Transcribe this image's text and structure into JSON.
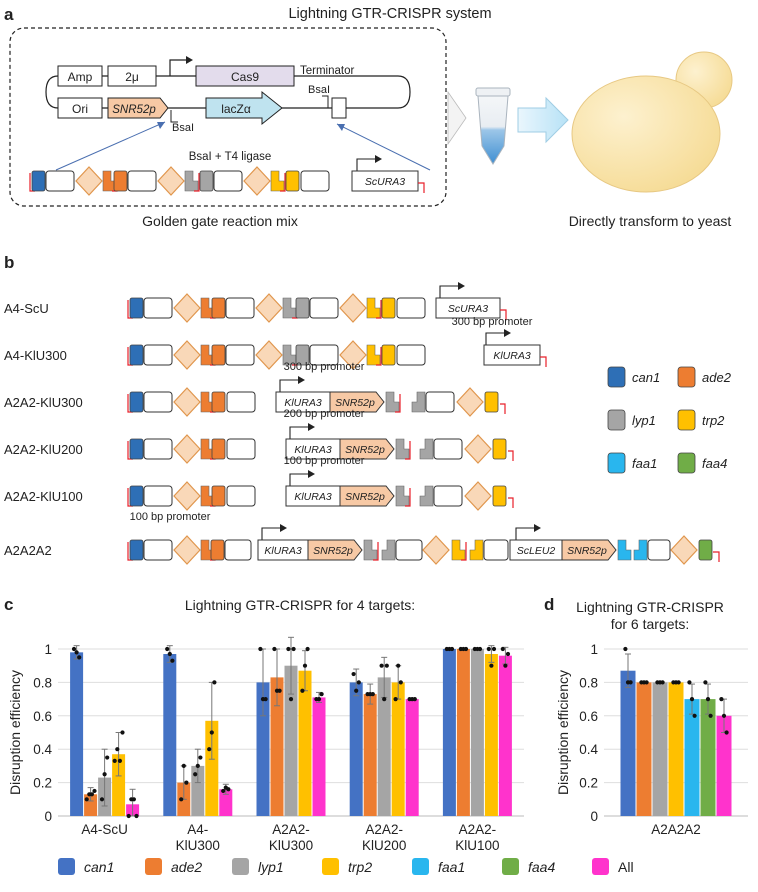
{
  "panel_a": {
    "letter": "a",
    "title": "Lightning GTR-CRISPR system",
    "plasmid": {
      "amp": "Amp",
      "two_micron": "2μ",
      "cas9": "Cas9",
      "terminator": "Terminator",
      "ori": "Ori",
      "snr52p": "SNR52p",
      "bsai_left": "BsaI",
      "lacz": "lacZα",
      "bsai_right": "BsaI"
    },
    "reaction": "BsaI + T4 ligase",
    "marker": "ScURA3",
    "mix_caption": "Golden gate reaction mix",
    "transform_caption": "Directly transform to yeast"
  },
  "panel_b": {
    "letter": "b",
    "constructs": [
      {
        "name": "A4-ScU"
      },
      {
        "name": "A4-KlU300",
        "promoter_note": "300 bp promoter",
        "marker": "KlURA3"
      },
      {
        "name": "A2A2-KlU300",
        "promoter_note": "300 bp promoter",
        "marker": "KlURA3",
        "snr": "SNR52p"
      },
      {
        "name": "A2A2-KlU200",
        "promoter_note": "200 bp promoter",
        "marker": "KlURA3",
        "snr": "SNR52p"
      },
      {
        "name": "A2A2-KlU100",
        "promoter_note": "100 bp promoter",
        "marker": "KlURA3",
        "snr": "SNR52p"
      },
      {
        "name": "A2A2A2",
        "promoter_note": "100 bp promoter",
        "marker": "KlURA3",
        "snr": "SNR52p",
        "marker2": "ScLEU2",
        "snr2": "SNR52p"
      }
    ],
    "first_marker": "ScURA3",
    "legend": [
      {
        "label": "can1",
        "color": "#2e6fb6"
      },
      {
        "label": "ade2",
        "color": "#ed7d31"
      },
      {
        "label": "lyp1",
        "color": "#a5a5a5"
      },
      {
        "label": "trp2",
        "color": "#ffc000"
      },
      {
        "label": "faa1",
        "color": "#29b6ee"
      },
      {
        "label": "faa4",
        "color": "#70ad47"
      }
    ]
  },
  "panel_c": {
    "letter": "c"
  },
  "panel_d": {
    "letter": "d"
  },
  "bottom_legend": [
    {
      "label": "can1",
      "color": "#4472c4",
      "italic": true
    },
    {
      "label": "ade2",
      "color": "#ed7d31",
      "italic": true
    },
    {
      "label": "lyp1",
      "color": "#a5a5a5",
      "italic": true
    },
    {
      "label": "trp2",
      "color": "#ffc000",
      "italic": true
    },
    {
      "label": "faa1",
      "color": "#29b6ee",
      "italic": true
    },
    {
      "label": "faa4",
      "color": "#70ad47",
      "italic": true
    },
    {
      "label": "All",
      "color": "#ff33cc",
      "italic": false
    }
  ],
  "chart_data": [
    {
      "type": "bar",
      "title": "Lightning GTR-CRISPR for 4 targets:",
      "ylabel": "Disruption efficiency",
      "ylim": [
        0,
        1
      ],
      "yticks": [
        "0",
        "0.2",
        "0.4",
        "0.6",
        "0.8",
        "1"
      ],
      "categories": [
        "A4-ScU",
        "A4-\nKlU300",
        "A2A2-\nKlU300",
        "A2A2-\nKlU200",
        "A2A2-\nKlU100"
      ],
      "series": [
        {
          "name": "can1",
          "color": "#4472c4",
          "values": [
            0.98,
            0.97,
            0.8,
            0.8,
            1.0
          ],
          "err": [
            0.04,
            0.05,
            0.2,
            0.08,
            0.0
          ]
        },
        {
          "name": "ade2",
          "color": "#ed7d31",
          "values": [
            0.13,
            0.2,
            0.83,
            0.73,
            1.0
          ],
          "err": [
            0.04,
            0.1,
            0.17,
            0.06,
            0.0
          ]
        },
        {
          "name": "lyp1",
          "color": "#a5a5a5",
          "values": [
            0.23,
            0.3,
            0.9,
            0.83,
            1.0
          ],
          "err": [
            0.17,
            0.1,
            0.17,
            0.12,
            0.0
          ]
        },
        {
          "name": "trp2",
          "color": "#ffc000",
          "values": [
            0.37,
            0.57,
            0.87,
            0.8,
            0.97
          ],
          "err": [
            0.13,
            0.23,
            0.12,
            0.1,
            0.05
          ]
        },
        {
          "name": "All",
          "color": "#ff33cc",
          "values": [
            0.07,
            0.16,
            0.71,
            0.7,
            0.96
          ],
          "err": [
            0.09,
            0.03,
            0.03,
            0.0,
            0.05
          ]
        }
      ],
      "points": [
        [
          [
            1.0,
            0.98,
            0.95
          ],
          [
            0.1,
            0.13,
            0.13,
            0.15
          ],
          [
            0.1,
            0.25,
            0.35
          ],
          [
            0.33,
            0.4,
            0.33,
            0.5
          ],
          [
            0.0,
            0.1,
            0.1,
            0.0
          ]
        ],
        [
          [
            1.0,
            0.97,
            0.93
          ],
          [
            0.1,
            0.3,
            0.2
          ],
          [
            0.25,
            0.3,
            0.35
          ],
          [
            0.4,
            0.5,
            0.8
          ],
          [
            0.15,
            0.17,
            0.16
          ]
        ],
        [
          [
            1.0,
            0.7,
            0.7
          ],
          [
            1.0,
            0.75,
            0.75
          ],
          [
            1.0,
            0.7,
            1.0
          ],
          [
            0.75,
            0.9,
            1.0
          ],
          [
            0.7,
            0.7,
            0.73
          ]
        ],
        [
          [
            0.85,
            0.75,
            0.8
          ],
          [
            0.73,
            0.73,
            0.73
          ],
          [
            0.9,
            0.7,
            0.9
          ],
          [
            0.7,
            0.9,
            0.8
          ],
          [
            0.7,
            0.7,
            0.7
          ]
        ],
        [
          [
            1.0,
            1.0,
            1.0
          ],
          [
            1.0,
            1.0,
            1.0
          ],
          [
            1.0,
            1.0,
            1.0
          ],
          [
            1.0,
            0.9,
            1.0
          ],
          [
            1.0,
            0.9,
            0.97
          ]
        ]
      ]
    },
    {
      "type": "bar",
      "title": "Lightning GTR-CRISPR\nfor 6 targets:",
      "ylabel": "Disruption efficiency",
      "ylim": [
        0,
        1
      ],
      "yticks": [
        "0",
        "0.2",
        "0.4",
        "0.6",
        "0.8",
        "1"
      ],
      "categories": [
        "A2A2A2"
      ],
      "series": [
        {
          "name": "can1",
          "color": "#4472c4",
          "values": [
            0.87
          ],
          "err": [
            0.1
          ]
        },
        {
          "name": "ade2",
          "color": "#ed7d31",
          "values": [
            0.8
          ],
          "err": [
            0.0
          ]
        },
        {
          "name": "lyp1",
          "color": "#a5a5a5",
          "values": [
            0.8
          ],
          "err": [
            0.0
          ]
        },
        {
          "name": "trp2",
          "color": "#ffc000",
          "values": [
            0.8
          ],
          "err": [
            0.0
          ]
        },
        {
          "name": "faa1",
          "color": "#29b6ee",
          "values": [
            0.7
          ],
          "err": [
            0.09
          ]
        },
        {
          "name": "faa4",
          "color": "#70ad47",
          "values": [
            0.7
          ],
          "err": [
            0.09
          ]
        },
        {
          "name": "All",
          "color": "#ff33cc",
          "values": [
            0.6
          ],
          "err": [
            0.1
          ]
        }
      ],
      "points": [
        [
          [
            1.0,
            0.8,
            0.8
          ],
          [
            0.8,
            0.8,
            0.8
          ],
          [
            0.8,
            0.8,
            0.8
          ],
          [
            0.8,
            0.8,
            0.8
          ],
          [
            0.8,
            0.7,
            0.6
          ],
          [
            0.8,
            0.7,
            0.6
          ],
          [
            0.7,
            0.6,
            0.5
          ]
        ]
      ]
    }
  ]
}
